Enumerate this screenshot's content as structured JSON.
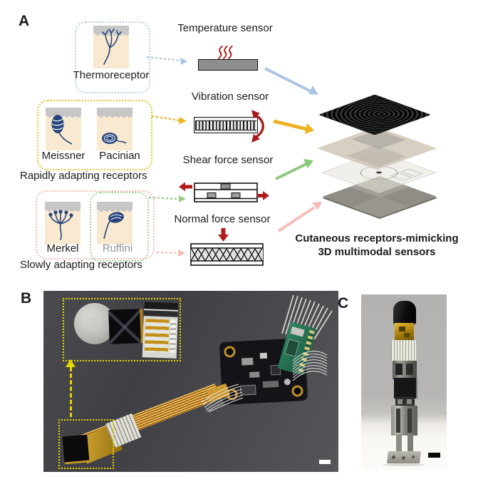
{
  "panel_a": {
    "label": "A",
    "sensors": {
      "temperature": "Temperature sensor",
      "vibration": "Vibration sensor",
      "shear": "Shear force sensor",
      "normal": "Normal force sensor"
    },
    "receptors": {
      "thermoreceptor": "Thermoreceptor",
      "meissner": "Meissner",
      "pacinian": "Pacinian",
      "merkel": "Merkel",
      "ruffini": "Ruffini"
    },
    "groups": {
      "rapidly": "Rapidly adapting receptors",
      "slowly": "Slowly adapting receptors"
    },
    "caption_line1": "Cutaneous receptors-mimicking",
    "caption_line2": "3D multimodal sensors"
  },
  "panel_b": {
    "label": "B"
  },
  "panel_c": {
    "label": "C"
  },
  "colors": {
    "temperature_path_blue": "#aac4e2",
    "vibration_path_yellow": "#edb21f",
    "shear_path_green": "#8cc87c",
    "normal_path_pink": "#f5bdb6",
    "force_arrow_red": "#b11d1d",
    "receptor_ink_navy": "#27477c",
    "skin_peach": "#f9e9d0",
    "epidermis_gray": "#c6c6c6",
    "annotation_yellow": "#e6d600",
    "thermo_box_border": "#b9cde4",
    "rapid_box_border": "#e2c52a",
    "slow_box_border": "#f2bcb4",
    "ruffini_box_border": "#a6cf96"
  },
  "icons": [
    "heat-waves-icon",
    "vibration-arc-icon",
    "shear-arrows-icon",
    "press-arrow-icon",
    "skin-cross-section-icon",
    "coin-icon",
    "scale-bar"
  ]
}
